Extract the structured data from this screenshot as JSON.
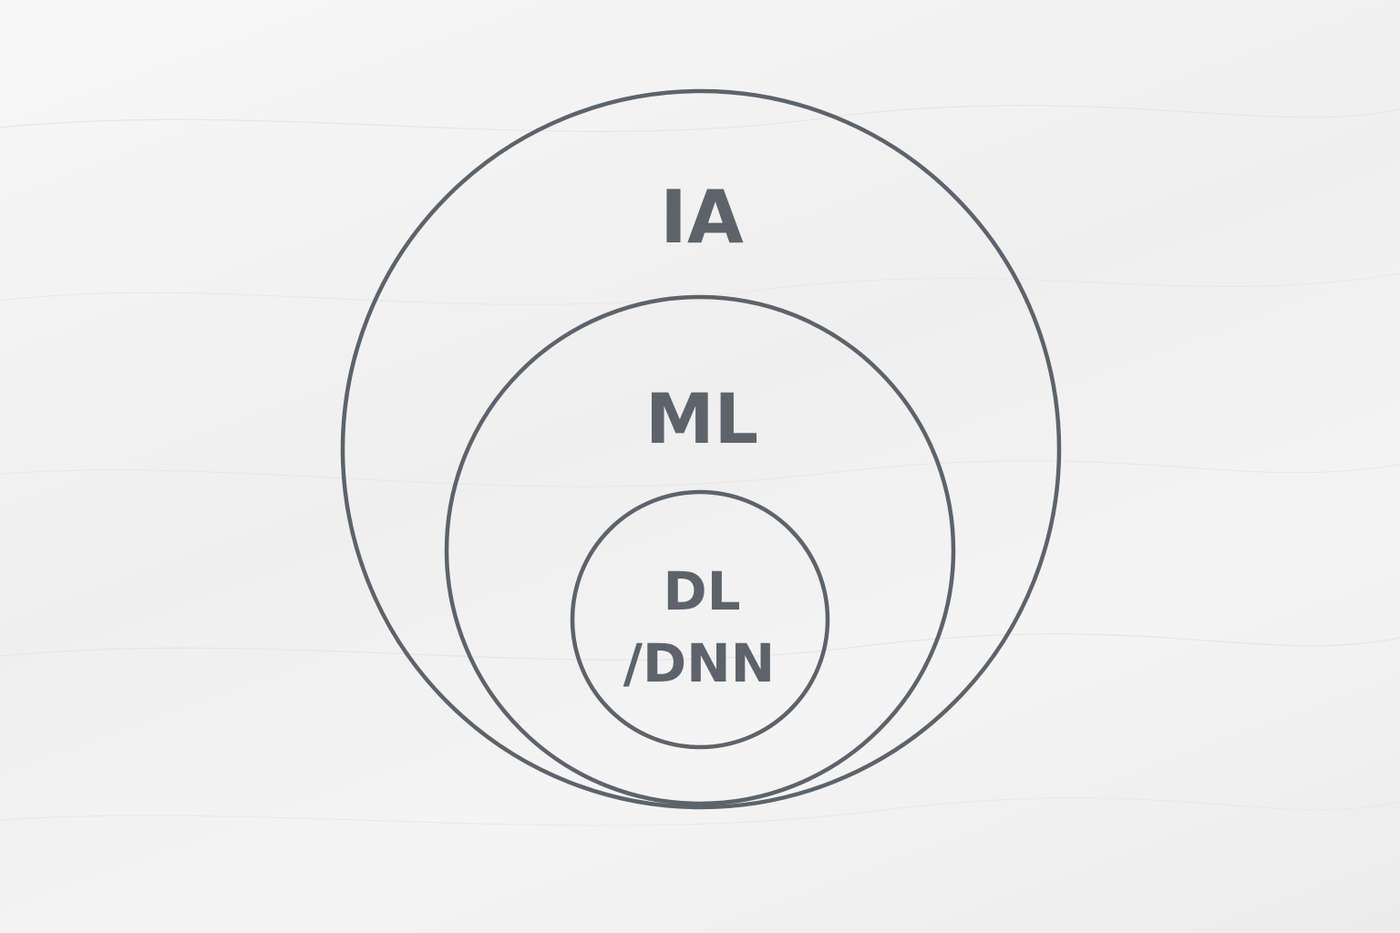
{
  "colors": {
    "stroke": "#5c636b",
    "text": "#5c636b",
    "background": "#f2f2f2"
  },
  "venn": {
    "outer": {
      "label": "IA"
    },
    "middle": {
      "label": "ML"
    },
    "inner": {
      "line1": "DL",
      "line2": "/DNN"
    }
  }
}
